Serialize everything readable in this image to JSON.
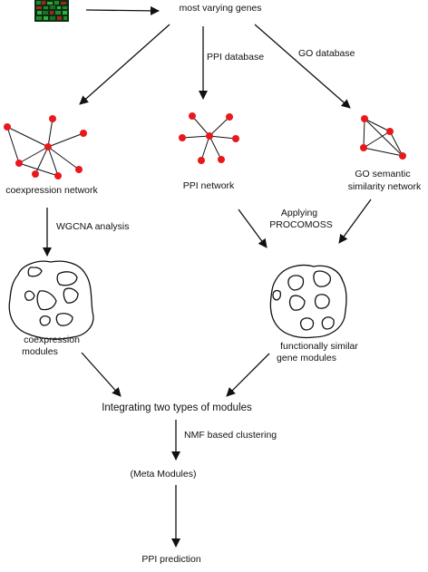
{
  "nodes": {
    "top": "most varying genes",
    "coexpression_network": "coexpression network",
    "ppi_network": "PPI network",
    "go_network_line1": "GO semantic",
    "go_network_line2": "similarity network",
    "coexpression_modules_line1": "coexpression",
    "coexpression_modules_line2": "modules",
    "functional_modules_line1": "functionally similar",
    "functional_modules_line2": "gene modules",
    "integrating": "Integrating two types of modules",
    "meta_modules": "(Meta Modules)",
    "ppi_prediction": "PPI prediction"
  },
  "edges": {
    "ppi_database": "PPI database",
    "go_database": "GO database",
    "wgcna": "WGCNA analysis",
    "applying_line1": "Applying",
    "applying_line2": "PROCOMOSS",
    "nmf": "NMF based clustering"
  },
  "colors": {
    "node_red": "#e8191c",
    "line": "#111111",
    "heatmap_green": "#1f8a2e",
    "heatmap_red": "#a8231a"
  }
}
